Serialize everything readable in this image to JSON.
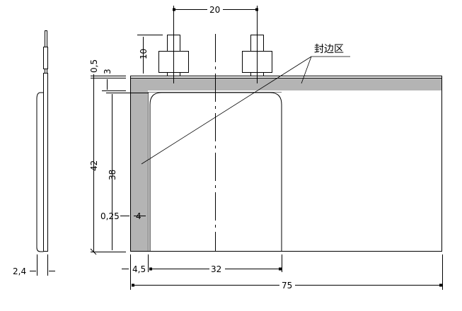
{
  "labels": {
    "seal_zone": "封边区",
    "tab_pitch": "20",
    "tab_height": "10",
    "seal_offset": "0,5",
    "seal_width": "3",
    "total_height": "42",
    "cell_height": "38",
    "side_gap": "0,25",
    "side_seal": "4",
    "left_margin": "4,5",
    "cell_width": "32",
    "total_width": "75",
    "thickness": "2,4"
  },
  "colors": {
    "seal": "#b4b4b4",
    "line": "#000000"
  }
}
